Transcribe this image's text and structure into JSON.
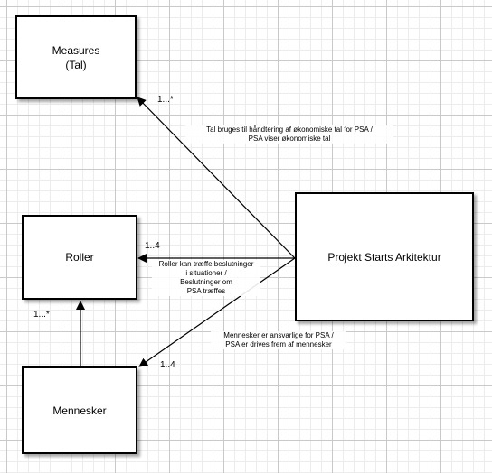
{
  "nodes": {
    "measures": {
      "line1": "Measures",
      "line2": "(Tal)"
    },
    "roller": {
      "label": "Roller"
    },
    "mennesker": {
      "label": "Mennesker"
    },
    "projekt": {
      "label": "Projekt Starts Arkitektur"
    }
  },
  "edges": {
    "measures": {
      "label_line1": "Tal bruges til håndtering af økonomiske tal for PSA /",
      "label_line2": "PSA viser økonomiske tal",
      "multiplicity": "1...*"
    },
    "roller": {
      "label_line1": "Roller kan træffe beslutninger",
      "label_line2": "i situationer /",
      "label_line3": "Beslutninger om",
      "label_line4": "PSA træffes",
      "multiplicity": "1..4"
    },
    "mennesker": {
      "label_line1": "Mennesker er ansvarlige for PSA /",
      "label_line2": "PSA er drives frem af mennesker",
      "multiplicity": "1..4"
    },
    "mennesker_roller": {
      "multiplicity": "1...*"
    }
  }
}
